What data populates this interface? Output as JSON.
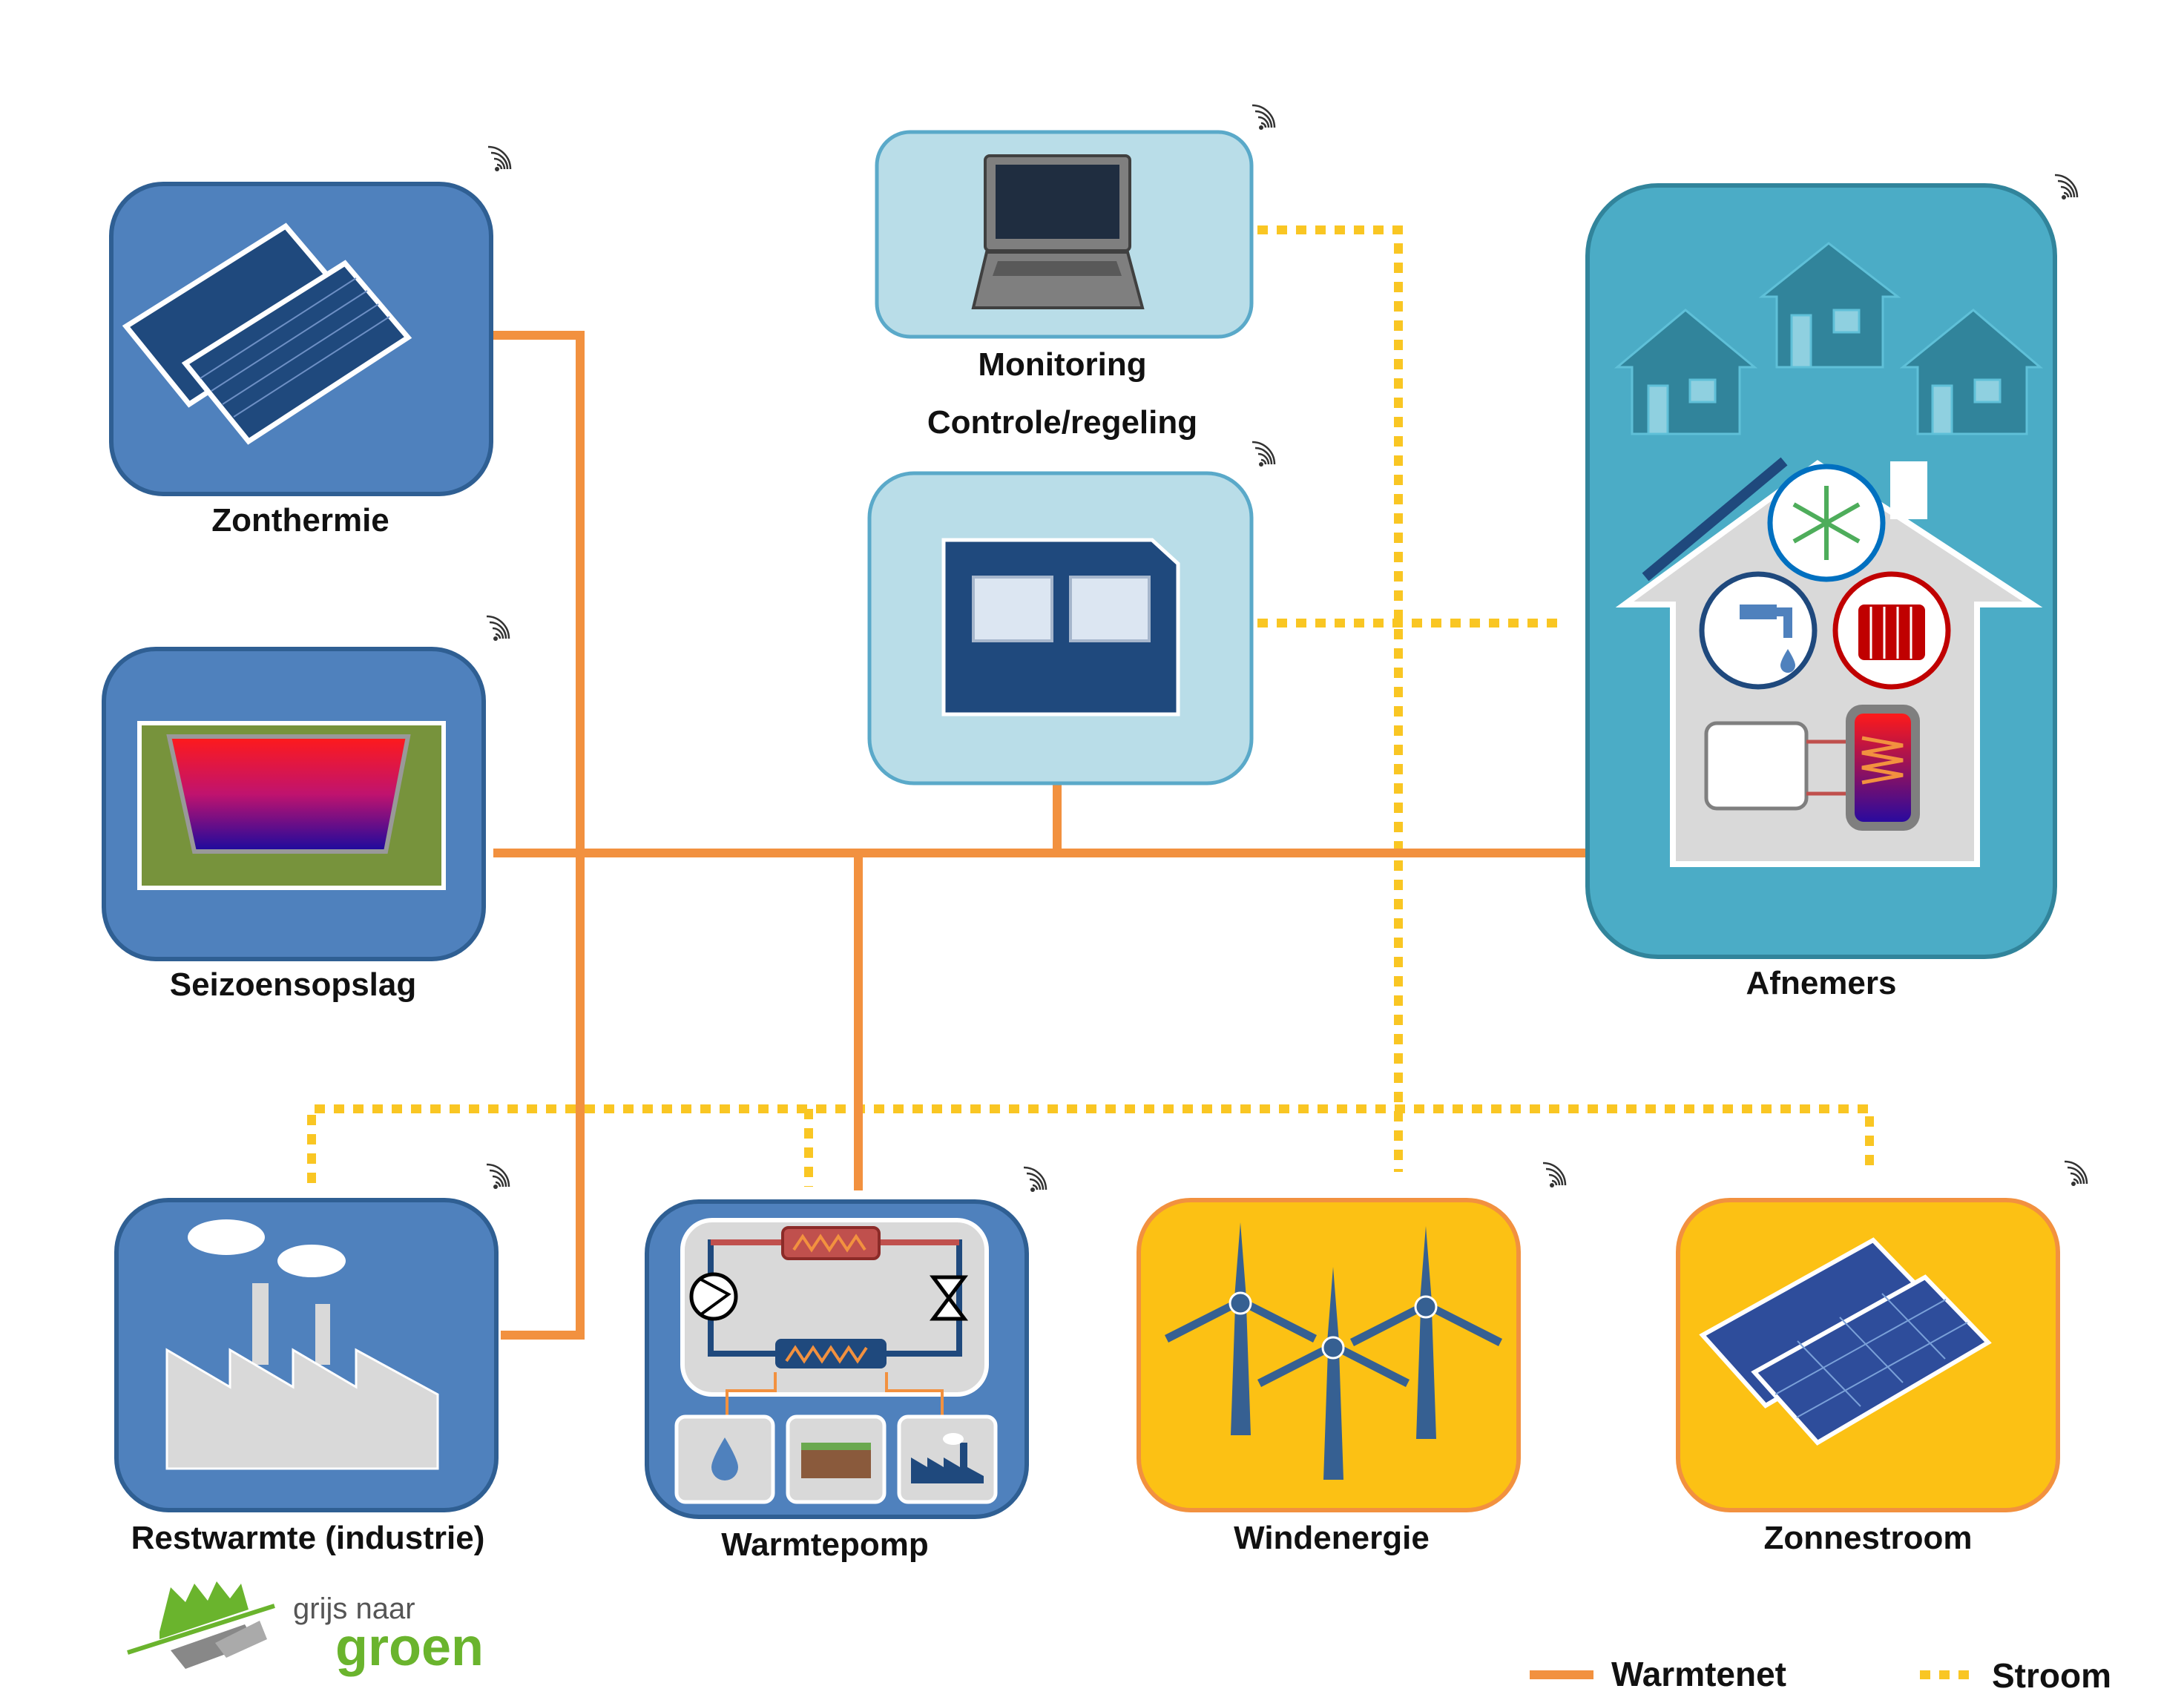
{
  "nodes": {
    "zonthermie": "Zonthermie",
    "seizoensopslag": "Seizoensopslag",
    "restwarmte": "Restwarmte (industrie)",
    "warmtepomp": "Warmtepomp",
    "windenergie": "Windenergie",
    "zonnestroom": "Zonnestroom",
    "monitoring": "Monitoring",
    "controle": "Controle/regeling",
    "afnemers": "Afnemers"
  },
  "legend": {
    "warmtenet": "Warmtenet",
    "stroom": "Stroom"
  },
  "logo": {
    "small": "grijs naar",
    "big": "groen"
  },
  "colors": {
    "warmtenet": "#f2913f",
    "stroom": "#f9c623",
    "box_blue": "#4f81bd",
    "box_blue_border": "#2f5f93",
    "box_yellow": "#fcc114",
    "box_yellow_border": "#f2913f",
    "box_light": "#b9dde8",
    "box_light_border": "#5aa9c9",
    "afnemers_bg": "#4bacc6",
    "panel_dark": "#1f497d",
    "logo_green": "#6ab42d"
  },
  "icons": [
    "wireless-icon",
    "solar-thermal-icon",
    "storage-pit-icon",
    "factory-icon",
    "heat-pump-icon",
    "wind-turbine-icon",
    "solar-pv-icon",
    "laptop-icon",
    "controller-icon",
    "house-icon"
  ]
}
